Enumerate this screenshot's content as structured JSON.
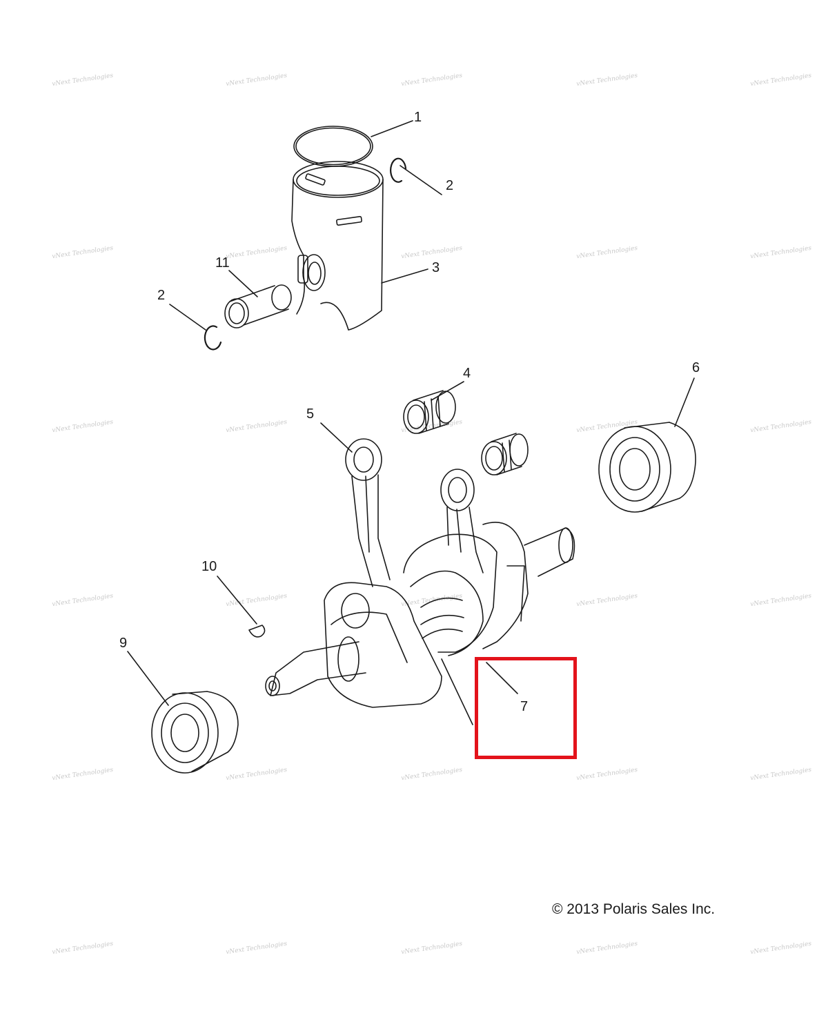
{
  "callouts": {
    "c1": "1",
    "c2a": "2",
    "c2b": "2",
    "c3": "3",
    "c4": "4",
    "c5": "5",
    "c6": "6",
    "c7": "7",
    "c9": "9",
    "c10": "10",
    "c11": "11"
  },
  "copyright": "© 2013 Polaris Sales Inc.",
  "highlight": {
    "target_callout": "7",
    "color": "#e3131b"
  },
  "watermark": {
    "text": "vNext Technologies",
    "color": "#c8c8c8"
  },
  "line_color": "#1a1a1a"
}
